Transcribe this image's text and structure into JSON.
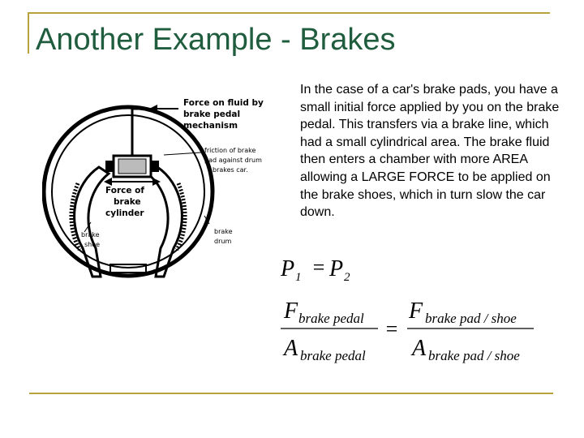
{
  "title": "Another Example - Brakes",
  "paragraph": "In the case of a car's brake pads, you have a small initial force applied by you on the brake pedal. This transfers via a brake line, which had a small cylindrical area. The brake fluid then enters a chamber with more AREA allowing a LARGE FORCE to be applied on the brake shoes, which in turn slow the car down.",
  "diagram": {
    "label_force_fluid": [
      "Force on fluid by",
      "brake pedal",
      "mechanism"
    ],
    "label_friction": [
      "friction of brake",
      "pad against drum",
      "brakes car."
    ],
    "label_force_cylinder": [
      "Force of",
      "brake",
      "cylinder"
    ],
    "label_brake_shoe": [
      "brake",
      "shoe"
    ],
    "label_brake_drum": [
      "brake",
      "drum"
    ]
  },
  "equations": {
    "p_left": "P",
    "p_left_sub": "1",
    "p_equals": "=",
    "p_right": "P",
    "p_right_sub": "2",
    "f_left": "F",
    "f_left_sub": "brake pedal",
    "a_left": "A",
    "a_left_sub": "brake pedal",
    "frac_equals": "=",
    "f_right": "F",
    "f_right_sub": "brake pad / shoe",
    "a_right": "A",
    "a_right_sub": "brake pad / shoe"
  },
  "colors": {
    "title": "#1f5d3e",
    "accent_line": "#b8a23c"
  }
}
